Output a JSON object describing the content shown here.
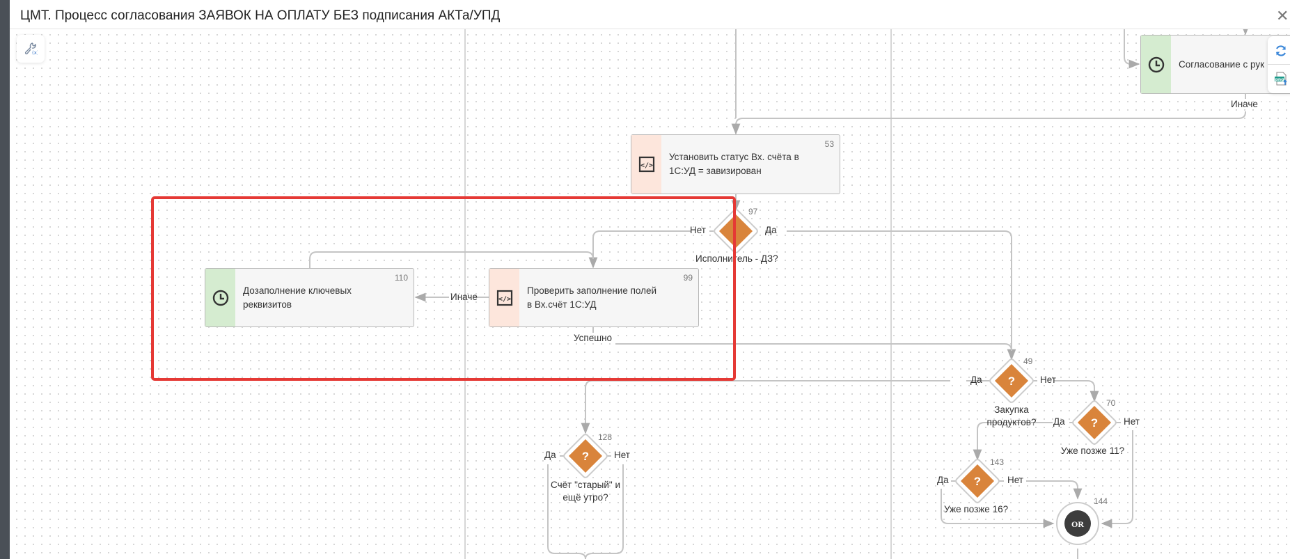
{
  "window": {
    "title": "ЦМТ. Процесс согласования ЗАЯВОК НА ОПЛАТУ БЕЗ подписания АКТа/УПД",
    "close_icon": "close-icon"
  },
  "toolbar_left": {
    "icon": "wrench-variable-icon"
  },
  "toolbar_right": {
    "refresh_icon": "refresh-icon",
    "export_png_icon": "export-png-icon"
  },
  "colors": {
    "decision": "#d9843b",
    "timer_stripe": "#d5ecd0",
    "script_stripe": "#fde6dc",
    "highlight": "#e53935",
    "or_gateway": "#3d3d3d"
  },
  "tasks": {
    "t53": {
      "id": "53",
      "type": "script",
      "label_line1": "Установить статус Вх. счёта в",
      "label_line2": "1С:УД = завизирован"
    },
    "t110": {
      "id": "110",
      "type": "timer",
      "label_line1": "Дозаполнение ключевых",
      "label_line2": "реквизитов"
    },
    "t99": {
      "id": "99",
      "type": "script",
      "label_line1": "Проверить заполнение полей",
      "label_line2": "в Вх.счёт 1С:УД"
    },
    "tsogl": {
      "id": "",
      "type": "timer",
      "label_line1": "Согласование с рук"
    }
  },
  "decisions": {
    "d97": {
      "id": "97",
      "question": "Исполнитель - ДЗ?",
      "yes": "Да",
      "no": "Нет"
    },
    "d49": {
      "id": "49",
      "question_line1": "Закупка",
      "question_line2": "продуктов?",
      "yes": "Да",
      "no": "Нет"
    },
    "d70": {
      "id": "70",
      "question": "Уже позже 11?",
      "yes": "Да",
      "no": "Нет"
    },
    "d143": {
      "id": "143",
      "question": "Уже позже 16?",
      "yes": "Да",
      "no": "Нет"
    },
    "d128": {
      "id": "128",
      "question_line1": "Счёт \"старый\" и",
      "question_line2": "ещё утро?",
      "yes": "Да",
      "no": "Нет"
    }
  },
  "gateways": {
    "g144": {
      "id": "144",
      "label": "OR"
    }
  },
  "flow_labels": {
    "inache_top": "Иначе",
    "inache_99": "Иначе",
    "uspeshno": "Успешно"
  },
  "decision_glyph": "?"
}
